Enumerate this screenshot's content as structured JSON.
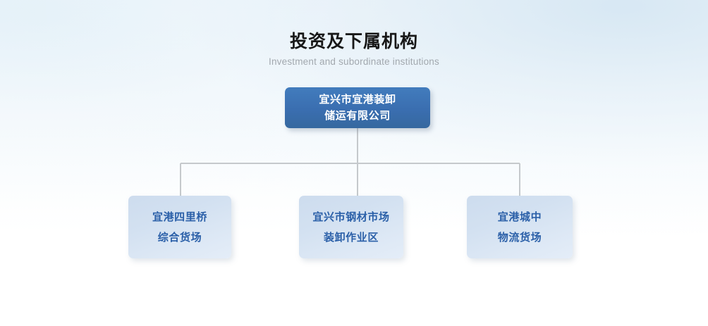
{
  "heading": {
    "title": "投资及下属机构",
    "subtitle": "Investment and subordinate institutions"
  },
  "colors": {
    "root_node_background": "#3d72b4",
    "root_node_text": "#ffffff",
    "child_node_background": "#d3e1f1",
    "child_node_text": "#2a5fa8",
    "connector_line": "#c5c9cc",
    "title_text": "#181818",
    "subtitle_text": "#a2a8ae",
    "page_background": "#ffffff"
  },
  "org_chart": {
    "root": {
      "id": "root",
      "lines": [
        "宜兴市宜港装卸",
        "储运有限公司"
      ],
      "full_name": "宜兴市宜港装卸储运有限公司"
    },
    "children": [
      {
        "id": "child-1",
        "lines": [
          "宜港四里桥",
          "综合货场"
        ],
        "full_name": "宜港四里桥综合货场"
      },
      {
        "id": "child-2",
        "lines": [
          "宜兴市钢材市场",
          "装卸作业区"
        ],
        "full_name": "宜兴市钢材市场装卸作业区"
      },
      {
        "id": "child-3",
        "lines": [
          "宜港城中",
          "物流货场"
        ],
        "full_name": "宜港城中物流货场"
      }
    ]
  }
}
